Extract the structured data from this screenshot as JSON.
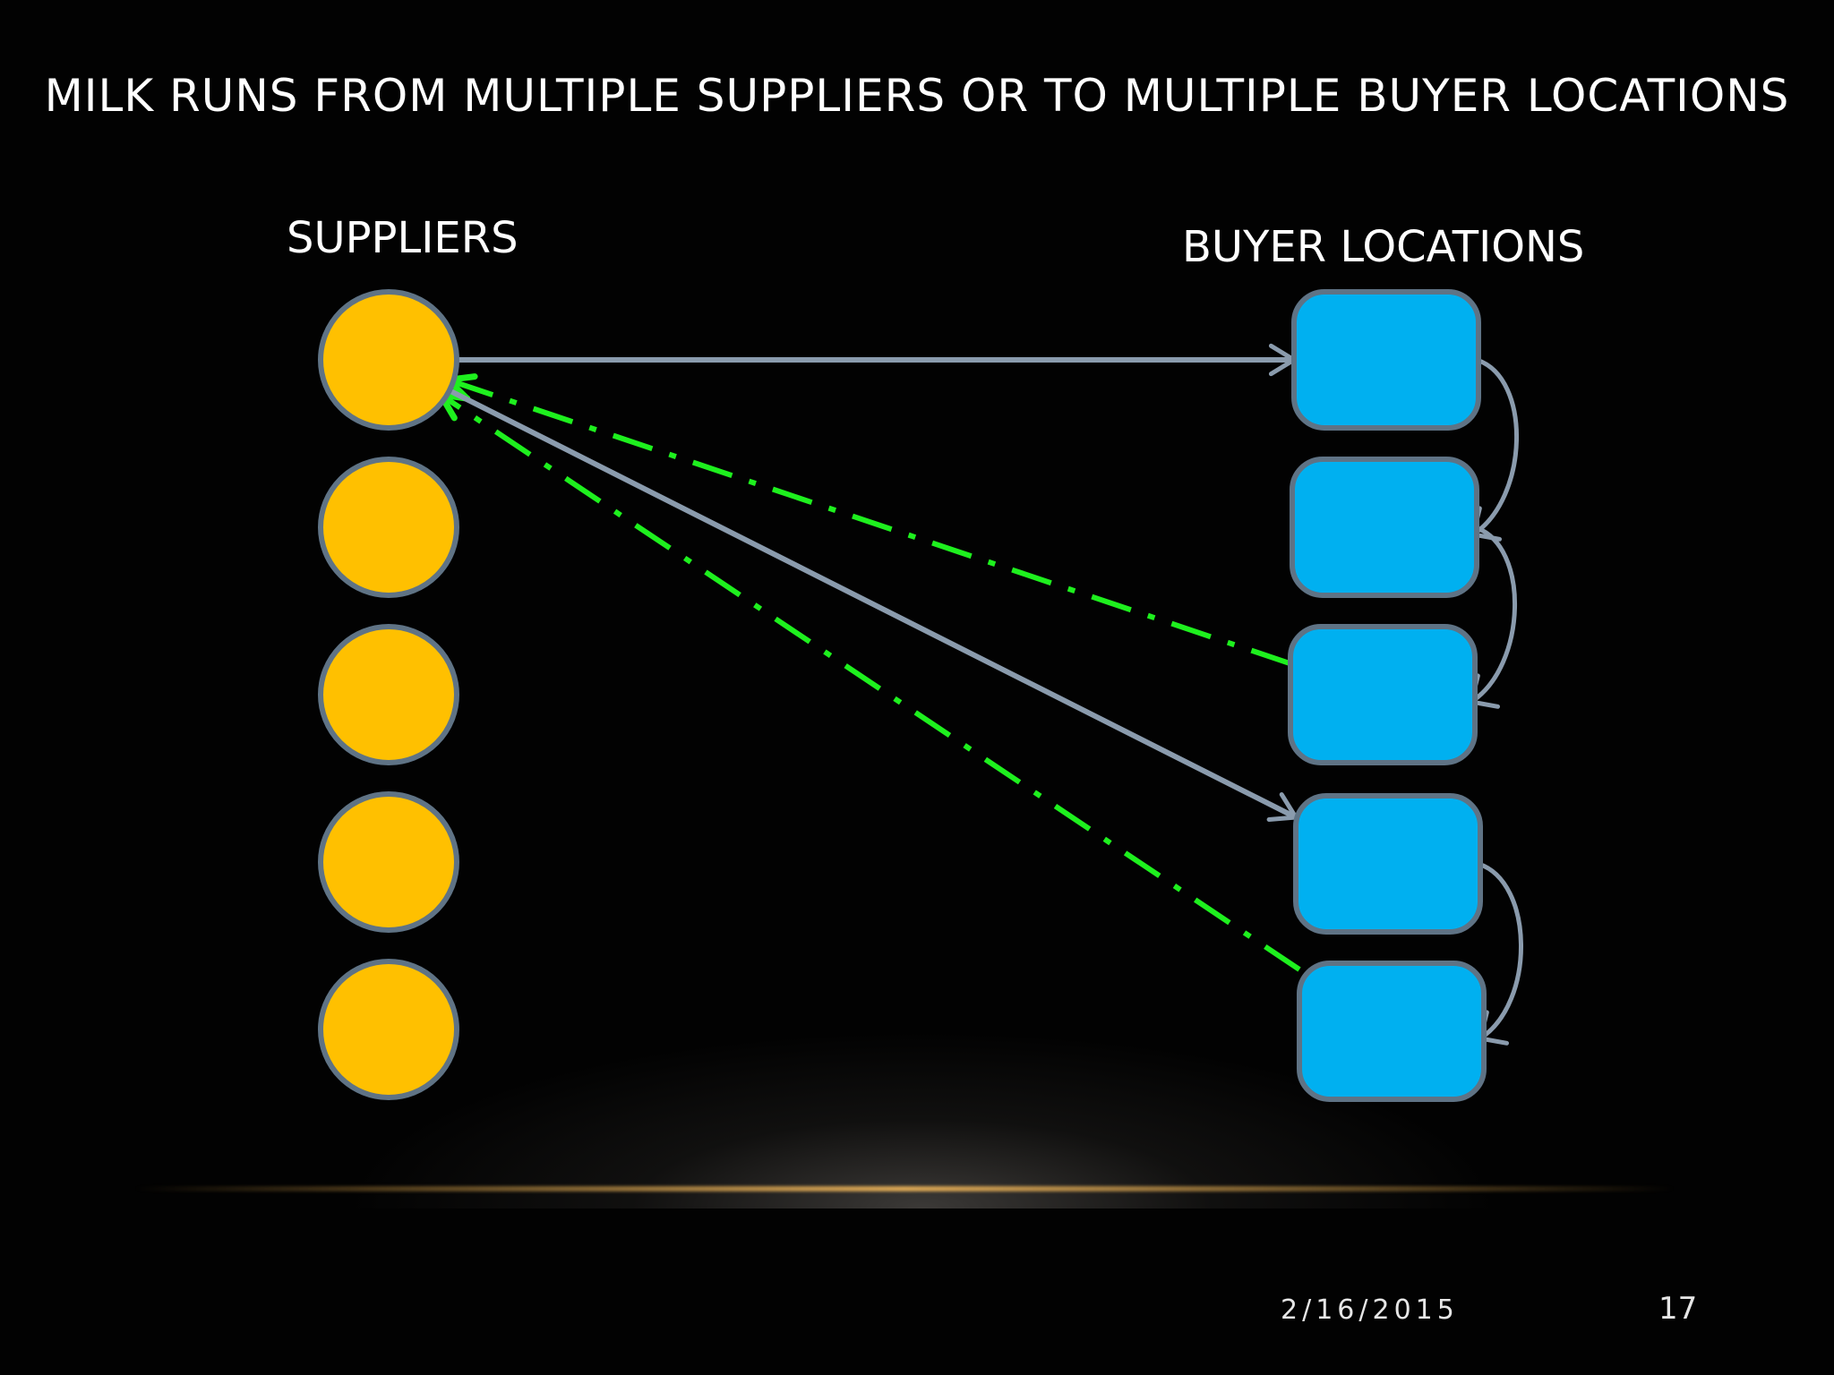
{
  "slide": {
    "title": "MILK RUNS FROM MULTIPLE SUPPLIERS OR TO MULTIPLE BUYER LOCATIONS",
    "date": "2/16/2015",
    "page_number": "17"
  },
  "diagram": {
    "suppliers": {
      "label": "SUPPLIERS",
      "count": 5,
      "color": "#FFC000"
    },
    "buyer_locations": {
      "label": "BUYER LOCATIONS",
      "count": 5,
      "color": "#00B0F0"
    },
    "outline_color": "#5F7385",
    "colors": {
      "delivery_arrow": "#8A9BAD",
      "return_route": "#1EF01E"
    },
    "delivery_arrows": [
      {
        "from": "supplier-1",
        "to": "buyer-1"
      },
      {
        "from": "supplier-1",
        "to": "buyer-4"
      }
    ],
    "milk_run_links": [
      {
        "from": "buyer-1",
        "to": "buyer-2"
      },
      {
        "from": "buyer-2",
        "to": "buyer-3"
      },
      {
        "from": "buyer-4",
        "to": "buyer-5"
      }
    ],
    "return_routes": [
      {
        "from": "buyer-3",
        "to": "supplier-1",
        "style": "dash-dot"
      },
      {
        "from": "buyer-5",
        "to": "supplier-1",
        "style": "dash-dot"
      }
    ]
  }
}
